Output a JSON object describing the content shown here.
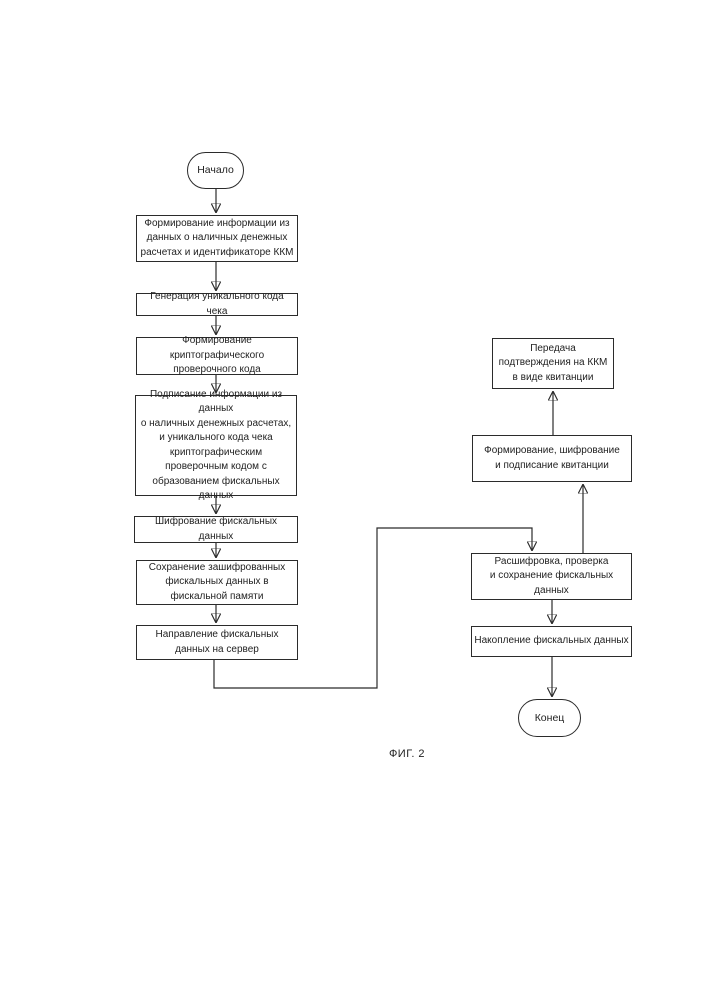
{
  "figure": {
    "caption": "ФИГ. 2"
  },
  "colors": {
    "line": "#2b2b2b",
    "background": "#ffffff",
    "text": "#1f1f1f"
  },
  "flowchart": {
    "nodes": {
      "start": {
        "label": "Начало",
        "type": "terminal"
      },
      "form_info": {
        "label": "Формирование информации из\nданных о наличных денежных\nрасчетах и идентификаторе ККМ",
        "type": "process"
      },
      "gen_code": {
        "label": "Генерация уникального кода чека",
        "type": "process"
      },
      "form_crypto": {
        "label": "Формирование криптографического\nпроверочного кода",
        "type": "process"
      },
      "sign_info": {
        "label": "Подписание информации из данных\nо наличных денежных расчетах,\nи уникального кода чека\nкриптографическим\nпроверочным кодом с\nобразованием фискальных данных",
        "type": "process"
      },
      "encrypt": {
        "label": "Шифрование фискальных данных",
        "type": "process"
      },
      "save_encrypted": {
        "label": "Сохранение зашифрованных\nфискальных данных в\nфискальной памяти",
        "type": "process"
      },
      "send_server": {
        "label": "Направление фискальных\nданных на сервер",
        "type": "process"
      },
      "transfer_confirm": {
        "label": "Передача\nподтверждения на ККМ\nв виде квитанции",
        "type": "process"
      },
      "form_receipt": {
        "label": "Формирование, шифрование\nи подписание квитанции",
        "type": "process"
      },
      "decrypt_verify": {
        "label": "Расшифровка, проверка\nи сохранение фискальных\nданных",
        "type": "process"
      },
      "accumulate": {
        "label": "Накопление фискальных данных",
        "type": "process"
      },
      "end": {
        "label": "Конец",
        "type": "terminal"
      }
    }
  }
}
